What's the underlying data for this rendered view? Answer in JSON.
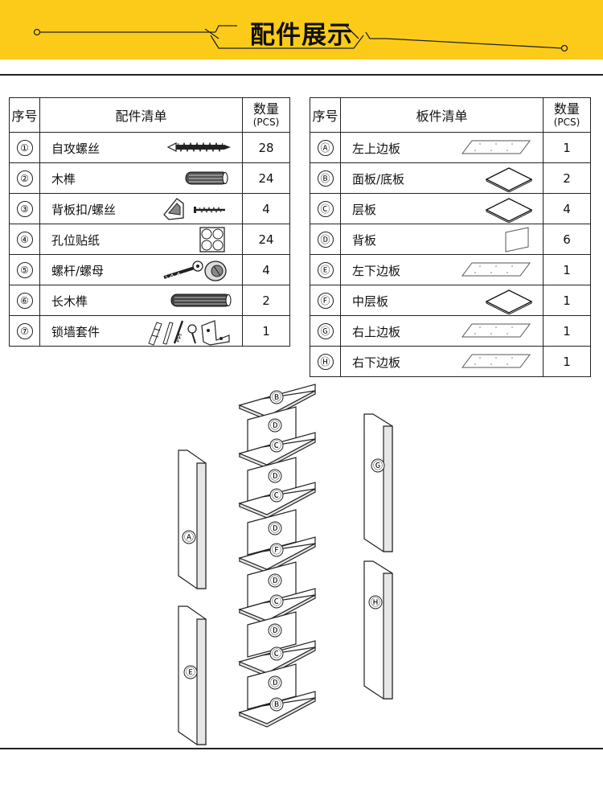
{
  "banner": {
    "title": "配件展示",
    "color": "#fccb1a"
  },
  "hardware_table": {
    "headers": {
      "no": "序号",
      "item": "配件清单",
      "qty_line1": "数量",
      "qty_line2": "(PCS)"
    },
    "rows": [
      {
        "no": "①",
        "name": "自攻螺丝",
        "qty": "28",
        "icon": "screw-icon"
      },
      {
        "no": "②",
        "name": "木榫",
        "qty": "24",
        "icon": "wooden-dowel-icon"
      },
      {
        "no": "③",
        "name": "背板扣/螺丝",
        "qty": "4",
        "icon": "backboard-clip-icon"
      },
      {
        "no": "④",
        "name": "孔位贴纸",
        "qty": "24",
        "icon": "hole-sticker-icon"
      },
      {
        "no": "⑤",
        "name": "螺杆/螺母",
        "qty": "4",
        "icon": "cam-bolt-nut-icon"
      },
      {
        "no": "⑥",
        "name": "长木榫",
        "qty": "2",
        "icon": "long-dowel-icon"
      },
      {
        "no": "⑦",
        "name": "锁墙套件",
        "qty": "1",
        "icon": "wall-anchor-kit-icon"
      }
    ]
  },
  "board_table": {
    "headers": {
      "no": "序号",
      "item": "板件清单",
      "qty_line1": "数量",
      "qty_line2": "(PCS)"
    },
    "rows": [
      {
        "no": "Ⓐ",
        "name": "左上边板",
        "qty": "1",
        "icon": "long-panel-icon"
      },
      {
        "no": "Ⓑ",
        "name": "面板/底板",
        "qty": "2",
        "icon": "diamond-panel-icon"
      },
      {
        "no": "Ⓒ",
        "name": "层板",
        "qty": "4",
        "icon": "diamond-panel-icon"
      },
      {
        "no": "Ⓓ",
        "name": "背板",
        "qty": "6",
        "icon": "back-panel-icon"
      },
      {
        "no": "Ⓔ",
        "name": "左下边板",
        "qty": "1",
        "icon": "long-panel-icon"
      },
      {
        "no": "Ⓕ",
        "name": "中层板",
        "qty": "1",
        "icon": "diamond-panel-icon"
      },
      {
        "no": "Ⓖ",
        "name": "右上边板",
        "qty": "1",
        "icon": "long-panel-icon"
      },
      {
        "no": "Ⓗ",
        "name": "右下边板",
        "qty": "1",
        "icon": "long-panel-icon"
      }
    ]
  },
  "exploded_view": {
    "shelf_stack": [
      "Ⓑ",
      "Ⓓ",
      "Ⓒ",
      "Ⓓ",
      "Ⓒ",
      "Ⓓ",
      "Ⓕ",
      "Ⓓ",
      "Ⓒ",
      "Ⓓ",
      "Ⓒ",
      "Ⓓ",
      "Ⓑ"
    ],
    "side_panels": {
      "left_top": "Ⓐ",
      "left_bottom": "Ⓔ",
      "right_top": "Ⓖ",
      "right_bottom": "Ⓗ"
    }
  }
}
